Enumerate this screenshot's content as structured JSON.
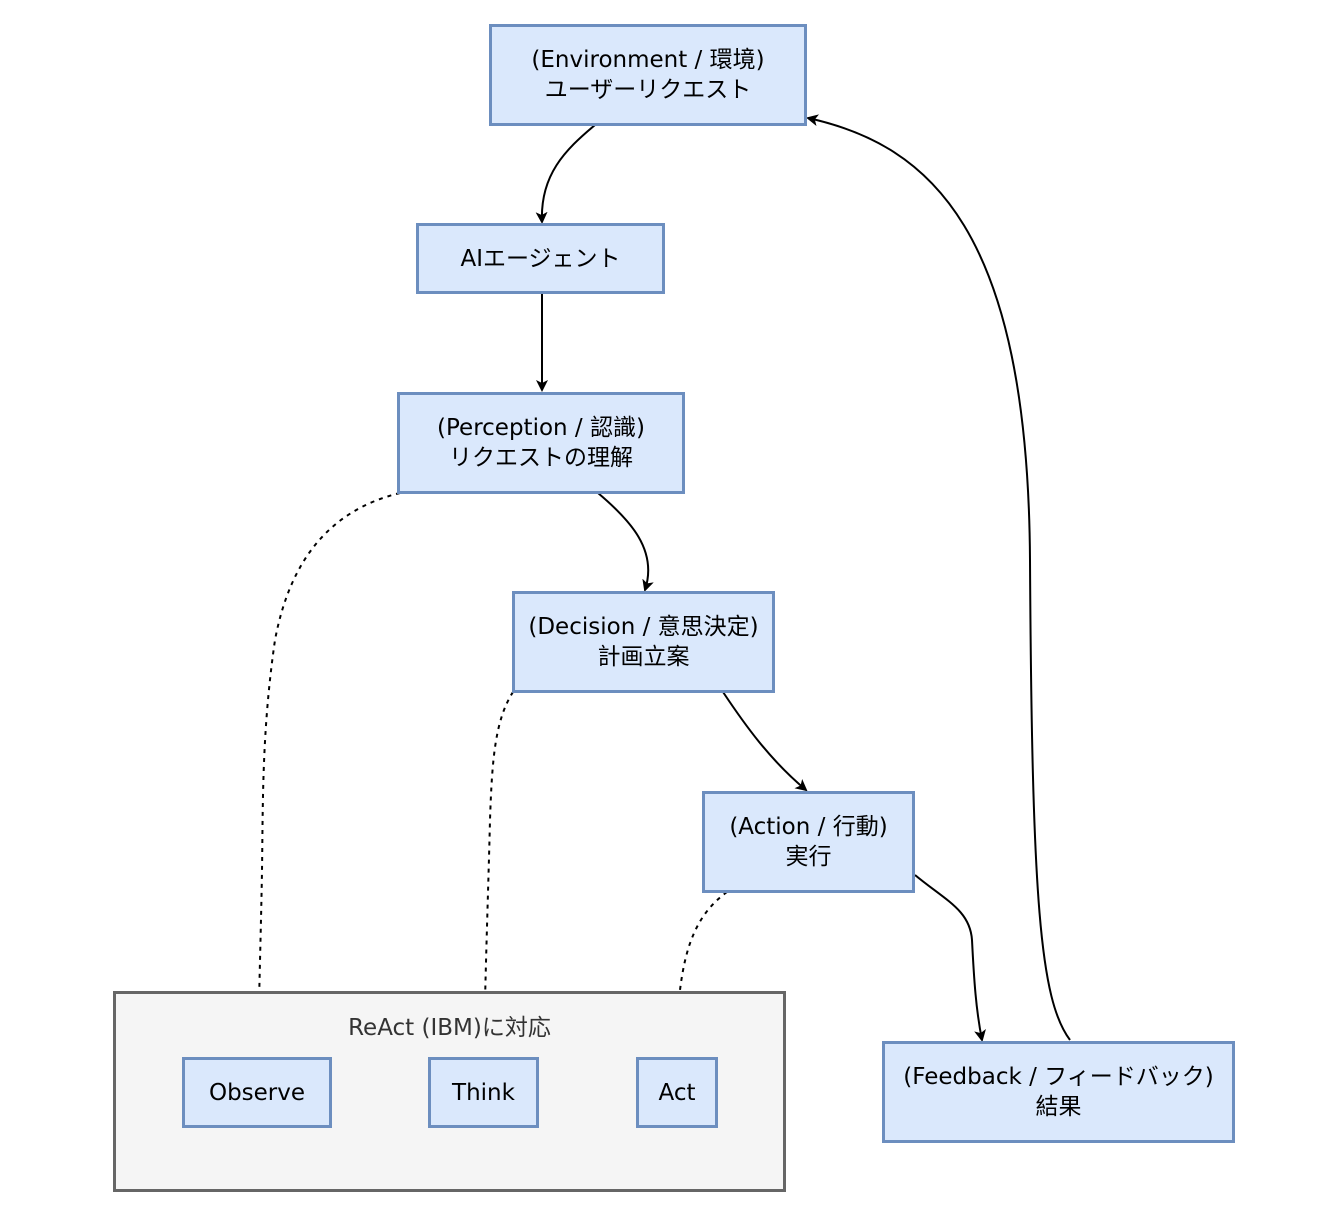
{
  "nodes": {
    "environment": {
      "line1": "(Environment / 環境)",
      "line2": "ユーザーリクエスト"
    },
    "agent": {
      "label": "AIエージェント"
    },
    "perception": {
      "line1": "(Perception / 認識)",
      "line2": "リクエストの理解"
    },
    "decision": {
      "line1": "(Decision / 意思決定)",
      "line2": "計画立案"
    },
    "action": {
      "line1": "(Action / 行動)",
      "line2": "実行"
    },
    "feedback": {
      "line1": "(Feedback / フィードバック)",
      "line2": "結果"
    }
  },
  "react_group": {
    "label": "ReAct (IBM)に対応",
    "observe": "Observe",
    "think": "Think",
    "act": "Act"
  },
  "colors": {
    "node_fill": "#dae8fc",
    "node_stroke": "#6c8ebf",
    "group_fill": "#f5f5f5",
    "group_stroke": "#666666"
  }
}
